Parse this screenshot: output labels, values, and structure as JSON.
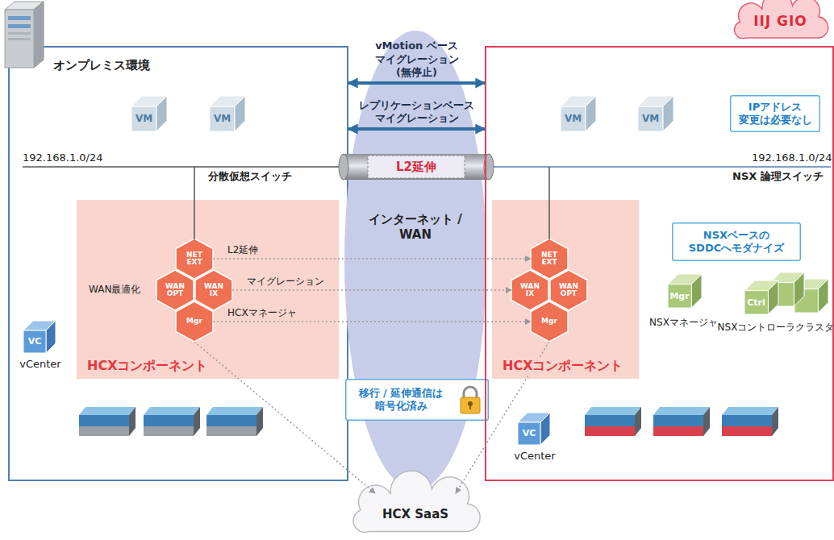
{
  "diagram": {
    "nodes": [
      {
        "text": [
          "オンプレミス環境"
        ]
      },
      {
        "text": [
          "VM"
        ],
        "in": 0
      },
      {
        "text": [
          "VM"
        ],
        "in": 0
      },
      {
        "text": [
          "HCXコンポーネント"
        ],
        "in": 0
      },
      {
        "text": [
          "NET EXT"
        ],
        "in": 3
      },
      {
        "text": [
          "WAN OPT"
        ],
        "in": 3
      },
      {
        "text": [
          "WAN IX"
        ],
        "in": 3
      },
      {
        "text": [
          "Mgr"
        ],
        "in": 3
      },
      {
        "text": [
          "VC",
          "vCenter"
        ],
        "in": 0
      },
      {
        "text": [
          "インターネット / WAN"
        ]
      },
      {
        "text": [
          "L2延伸"
        ]
      },
      {
        "text": [
          "移行 / 延伸通信は 暗号化済み"
        ]
      },
      {
        "text": [
          "IIJ GIO"
        ]
      },
      {
        "text": [
          "VM"
        ],
        "in": 12
      },
      {
        "text": [
          "VM"
        ],
        "in": 12
      },
      {
        "text": [
          "IPアドレス 変更は必要なし"
        ],
        "in": 12
      },
      {
        "text": [
          "HCXコンポーネント"
        ],
        "in": 12
      },
      {
        "text": [
          "NET EXT"
        ],
        "in": 16
      },
      {
        "text": [
          "WAN IX"
        ],
        "in": 16
      },
      {
        "text": [
          "WAN OPT"
        ],
        "in": 16
      },
      {
        "text": [
          "Mgr"
        ],
        "in": 16
      },
      {
        "text": [
          "NSXベースの SDDCへモダナイズ"
        ],
        "in": 12
      },
      {
        "text": [
          "Mgr",
          "NSXマネージャ"
        ],
        "in": 12
      },
      {
        "text": [
          "Ctrl",
          "NSXコントローラクラスタ"
        ],
        "in": 12
      },
      {
        "text": [
          "VC",
          "vCenter"
        ],
        "in": 12
      },
      {
        "text": [
          "HCX SaaS"
        ]
      }
    ],
    "edges": [
      {
        "from": 0,
        "to": 12,
        "arrow": "both",
        "label": "vMotion ベース マイグレーション (無停止)"
      },
      {
        "from": 0,
        "to": 12,
        "arrow": "both",
        "label": "レプリケーションベース マイグレーション"
      },
      {
        "from": 4,
        "to": 17,
        "arrow": "to",
        "label": "L2延伸"
      },
      {
        "from": 6,
        "to": 18,
        "arrow": "to",
        "label": "マイグレーション"
      },
      {
        "from": 7,
        "to": 20,
        "arrow": "to",
        "label": "HCXマネージャ"
      },
      {
        "from": 7,
        "to": 25,
        "arrow": "to"
      },
      {
        "from": 20,
        "to": 25,
        "arrow": "to"
      }
    ],
    "labels": [
      "192.168.1.0/24",
      "分散仮想スイッチ",
      "192.168.1.0/24",
      "NSX 論理スイッチ",
      "WAN最適化"
    ]
  }
}
